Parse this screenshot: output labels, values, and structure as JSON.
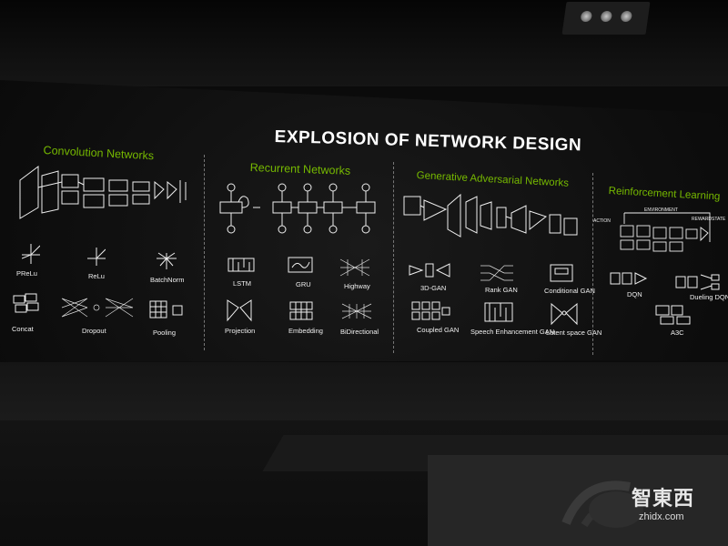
{
  "slide": {
    "title": "EXPLOSION OF NETWORK DESIGN",
    "accent_color": "#76b900",
    "sections": {
      "convolution": {
        "title": "Convolution Networks",
        "items": [
          "PReLu",
          "ReLu",
          "BatchNorm",
          "Concat",
          "Dropout",
          "Pooling"
        ]
      },
      "recurrent": {
        "title": "Recurrent Networks",
        "items": [
          "LSTM",
          "GRU",
          "Highway",
          "Projection",
          "Embedding",
          "BiDirectional"
        ]
      },
      "gan": {
        "title": "Generative Adversarial Networks",
        "items": [
          "3D-GAN",
          "Rank GAN",
          "Conditional GAN",
          "Coupled GAN",
          "Speech Enhancement GAN",
          "Latent space GAN"
        ]
      },
      "reinforcement": {
        "title": "Reinforcement Learning",
        "diagram_labels": [
          "ACTION",
          "ENVIRONMENT",
          "REWARD",
          "STATE"
        ],
        "items": [
          "DQN",
          "Dueling DQN",
          "A3C"
        ]
      }
    }
  },
  "watermark": {
    "cn": "智東西",
    "en": "zhidx.com"
  }
}
